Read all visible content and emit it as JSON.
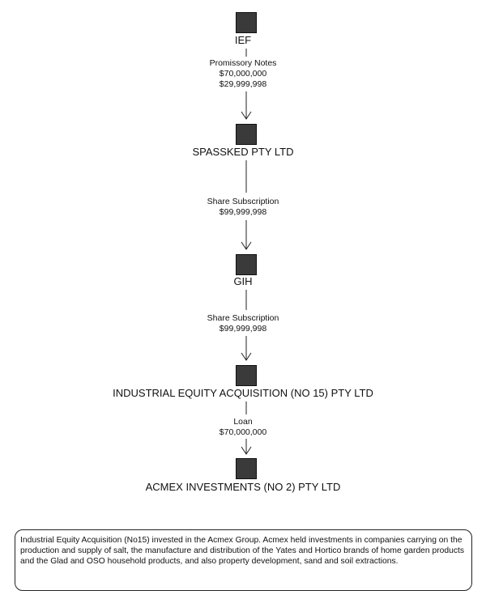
{
  "nodes": [
    {
      "label": "IEF"
    },
    {
      "label": "SPASSKED PTY LTD"
    },
    {
      "label": "GIH"
    },
    {
      "label": "INDUSTRIAL EQUITY ACQUISITION (NO 15) PTY LTD"
    },
    {
      "label": "ACMEX INVESTMENTS (NO 2) PTY LTD"
    }
  ],
  "flows": [
    {
      "lines": [
        "Promissory Notes",
        "$70,000,000",
        "$29,999,998"
      ]
    },
    {
      "lines": [
        "Share Subscription",
        "$99,999,998"
      ]
    },
    {
      "lines": [
        "Share Subscription",
        "$99,999,998"
      ]
    },
    {
      "lines": [
        "Loan",
        "$70,000,000"
      ]
    }
  ],
  "note": {
    "text": "Industrial Equity Acquisition (No15) invested in the Acmex Group. Acmex held investments in companies carrying on the production and supply of salt, the manufacture and distribution of the Yates and Hortico brands of home garden products and the Glad and OSO household products, and also property development, sand and soil extractions."
  }
}
